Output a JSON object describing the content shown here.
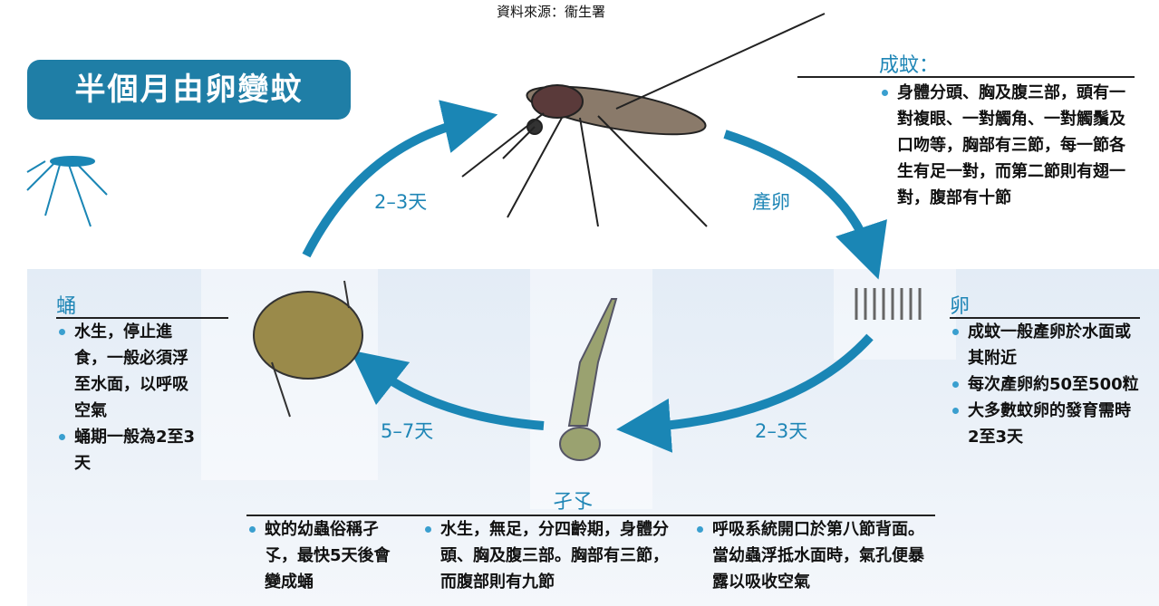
{
  "source": "資料來源：衞生署",
  "title": "半個月由卵變蚊",
  "cycle_labels": {
    "adult_to_egg": "產卵",
    "egg_to_larva": "2–3天",
    "larva_to_pupa": "5–7天",
    "pupa_to_adult": "2–3天"
  },
  "adult": {
    "heading": "成蚊：",
    "bullets": [
      "身體分頭、胸及腹三部，頭有一對複眼、一對觸角、一對觸鬚及口吻等，胸部有三節，每一節各生有足一對，而第二節則有翅一對，腹部有十節"
    ]
  },
  "egg": {
    "heading": "卵",
    "bullets": [
      "成蚊一般產卵於水面或其附近",
      "每次產卵約50至500粒",
      "大多數蚊卵的發育需時2至3天"
    ]
  },
  "pupa": {
    "heading": "蛹",
    "bullets": [
      "水生，停止進食，一般必須浮至水面，以呼吸空氣",
      "蛹期一般為2至3天"
    ]
  },
  "larva": {
    "heading": "孑孓",
    "bullets": [
      "蚊的幼蟲俗稱孑孓，最快5天後會變成蛹",
      "水生，無足，分四齡期，身體分頭、胸及腹三部。胸部有三節，而腹部則有九節",
      "呼吸系統開口於第八節背面。當幼蟲浮抵水面時，氣孔便暴露以吸收空氣"
    ]
  },
  "colors": {
    "accent": "#1f86b6",
    "title_bg": "#1f7ea6"
  }
}
